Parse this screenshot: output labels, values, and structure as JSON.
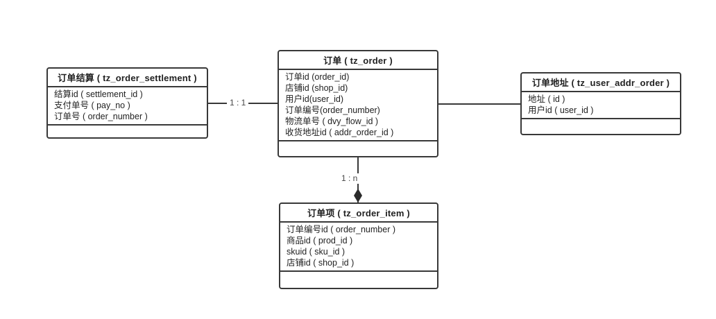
{
  "diagram": {
    "background": "#ffffff",
    "box_border_color": "#383838",
    "line_color": "#383838",
    "text_color": "#1f1f1f",
    "relation_label_color": "#474747",
    "entities": {
      "settlement": {
        "title": "订单结算 ( tz_order_settlement )",
        "fields": [
          "结算id ( settlement_id )",
          "支付单号 ( pay_no )",
          "订单号 ( order_number )"
        ]
      },
      "order": {
        "title": "订单 ( tz_order )",
        "fields": [
          "订单id (order_id)",
          "店铺id (shop_id)",
          "用户id(user_id)",
          "订单编号(order_number)",
          "物流单号 ( dvy_flow_id )",
          "收货地址id ( addr_order_id )"
        ]
      },
      "address": {
        "title": "订单地址 ( tz_user_addr_order )",
        "fields": [
          "地址 ( id )",
          "用户id ( user_id )"
        ]
      },
      "order_item": {
        "title": "订单项 ( tz_order_item )",
        "fields": [
          "订单编号id ( order_number )",
          "商品id ( prod_id )",
          "skuid ( sku_id )",
          "店铺id ( shop_id )"
        ]
      }
    },
    "relations": {
      "settlement_order": {
        "label": "1 : 1",
        "from": "订单结算",
        "to": "订单",
        "arrow": "none"
      },
      "order_address": {
        "label": "",
        "from": "订单",
        "to": "订单地址",
        "arrow": "none"
      },
      "order_item": {
        "label": "1 : n",
        "from": "订单",
        "to": "订单项",
        "arrow": "filled-diamond"
      }
    }
  }
}
